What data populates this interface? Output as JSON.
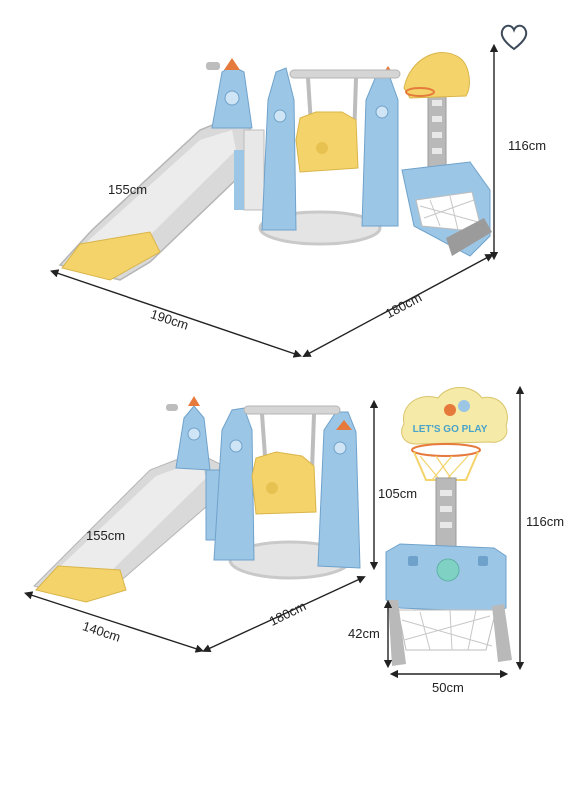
{
  "product": {
    "icons": {
      "favorite": "heart-icon"
    },
    "colors": {
      "blue": "#9cc6e6",
      "blue_dark": "#7fb0d8",
      "yellow": "#f3d36a",
      "grey": "#d7d7d7",
      "grey_dark": "#9b9b9b",
      "orange": "#e57a3c"
    },
    "top_view": {
      "slide_length": "155cm",
      "height": "116cm",
      "width": "190cm",
      "depth": "180cm"
    },
    "bottom_view": {
      "slide_length": "155cm",
      "height": "105cm",
      "width": "140cm",
      "depth": "180cm"
    },
    "hoop_view": {
      "sign_text": "LET'S GO PLAY",
      "height": "116cm",
      "goal_height": "42cm",
      "width": "50cm"
    }
  }
}
